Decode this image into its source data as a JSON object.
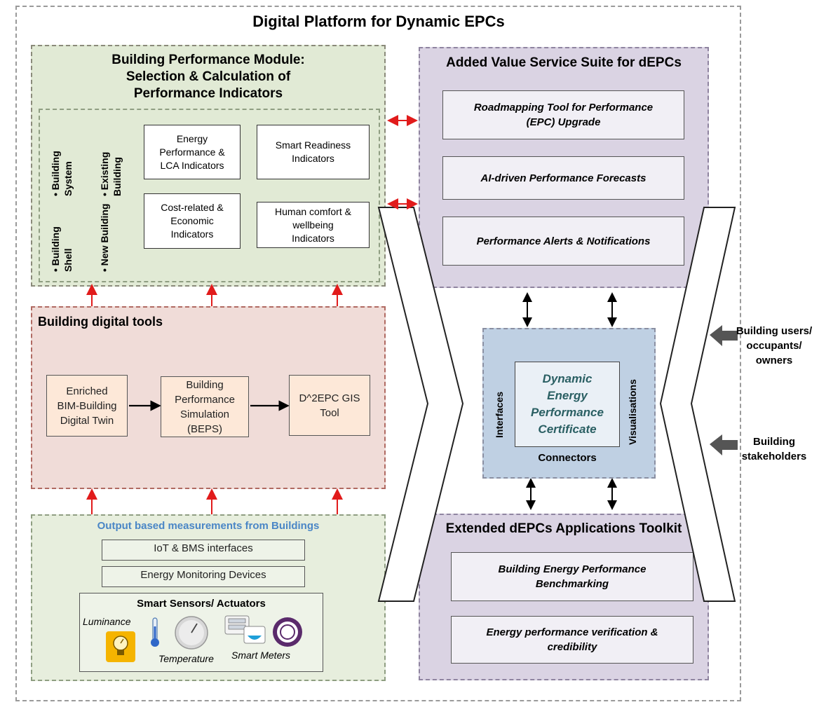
{
  "title": "Digital Platform for Dynamic EPCs",
  "performance_module": {
    "header_line1": "Building Performance Module:",
    "header_line2": "Selection & Calculation of",
    "header_line3": "Performance Indicators",
    "bullet_building_system": "• Building System",
    "bullet_building_shell": "• Building Shell",
    "bullet_existing_building": "• Existing Building",
    "bullet_new_building": "• New Building",
    "indicators": [
      {
        "line1": "Energy",
        "line2": "Performance &",
        "line3": "LCA Indicators"
      },
      {
        "line1": "Smart Readiness",
        "line2": "Indicators"
      },
      {
        "line1": "Cost-related &",
        "line2": "Economic",
        "line3": "Indicators"
      },
      {
        "line1": "Human comfort &",
        "line2": "wellbeing",
        "line3": "Indicators"
      }
    ]
  },
  "value_suite": {
    "header": "Added Value Service Suite for dEPCs",
    "services": [
      {
        "line1": "Roadmapping Tool for Performance",
        "line2": "(EPC) Upgrade"
      },
      {
        "line1": "AI-driven Performance Forecasts"
      },
      {
        "line1": "Performance Alerts & Notifications"
      }
    ]
  },
  "digital_tools": {
    "header": "Building digital tools",
    "tools": [
      {
        "line1": "Enriched",
        "line2": "BIM-Building",
        "line3": "Digital Twin"
      },
      {
        "line1": "Building",
        "line2": "Performance",
        "line3": "Simulation",
        "line4": "(BEPS)"
      },
      {
        "line1": "D^2EPC GIS",
        "line2": "Tool"
      }
    ]
  },
  "depc_core": {
    "line1": "Dynamic",
    "line2": "Energy",
    "line3": "Performance",
    "line4": "Certificate",
    "left_label": "Interfaces",
    "right_label": "Visualisations",
    "bottom_label": "Connectors"
  },
  "stakeholders": {
    "users_line1": "Building users/",
    "users_line2": "occupants/",
    "users_line3": "owners",
    "stake_line1": "Building",
    "stake_line2": "stakeholders"
  },
  "measurements": {
    "header": "Output based measurements from Buildings",
    "bar1": "IoT & BMS interfaces",
    "bar2": "Energy Monitoring Devices",
    "sensors_header": "Smart Sensors/ Actuators",
    "luminance": "Luminance",
    "temperature": "Temperature",
    "smart_meters": "Smart Meters"
  },
  "toolkit": {
    "header": "Extended dEPCs Applications Toolkit",
    "apps": [
      {
        "line1": "Building Energy Performance",
        "line2": "Benchmarking"
      },
      {
        "line1": "Energy performance verification &",
        "line2": "credibility"
      }
    ]
  },
  "colors": {
    "arrow_red": "#e11b1b",
    "measurement_header_blue": "#4a86c6",
    "tools_header_red": "#8a2e2a",
    "depc_text": "#2a5f63"
  }
}
